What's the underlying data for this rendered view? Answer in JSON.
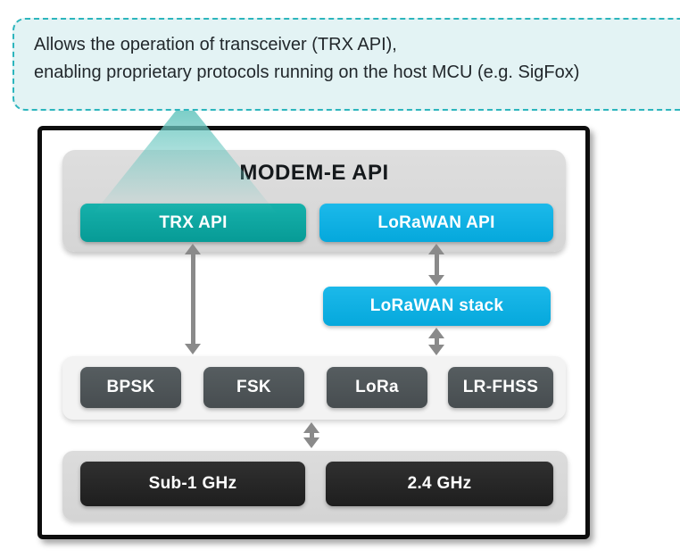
{
  "callout": {
    "line1": "Allows the operation of transceiver (TRX API),",
    "line2": "enabling proprietary protocols running on the host MCU (e.g. SigFox)"
  },
  "diagram": {
    "title": "MODEM-E API",
    "api_blocks": [
      {
        "label": "TRX API"
      },
      {
        "label": "LoRaWAN API"
      }
    ],
    "stack_block": {
      "label": "LoRaWAN stack"
    },
    "modulations": [
      {
        "label": "BPSK"
      },
      {
        "label": "FSK"
      },
      {
        "label": "LoRa"
      },
      {
        "label": "LR-FHSS"
      }
    ],
    "bands": [
      {
        "label": "Sub-1 GHz"
      },
      {
        "label": "2.4 GHz"
      }
    ]
  },
  "colors": {
    "callout_background": "#e3f3f4",
    "callout_border": "#2cb5bd",
    "pointer_teal": "#68c6bf",
    "trx_teal": "#0aa69f",
    "lorawan_cyan": "#0db1e2",
    "modulation_slate": "#4d5457",
    "band_near_black": "#272727",
    "container_gray": "#d9d9d9",
    "row_container_light": "#f3f3f3",
    "arrow_gray": "#8a8a8a",
    "frame_border": "#0d0d0d"
  }
}
